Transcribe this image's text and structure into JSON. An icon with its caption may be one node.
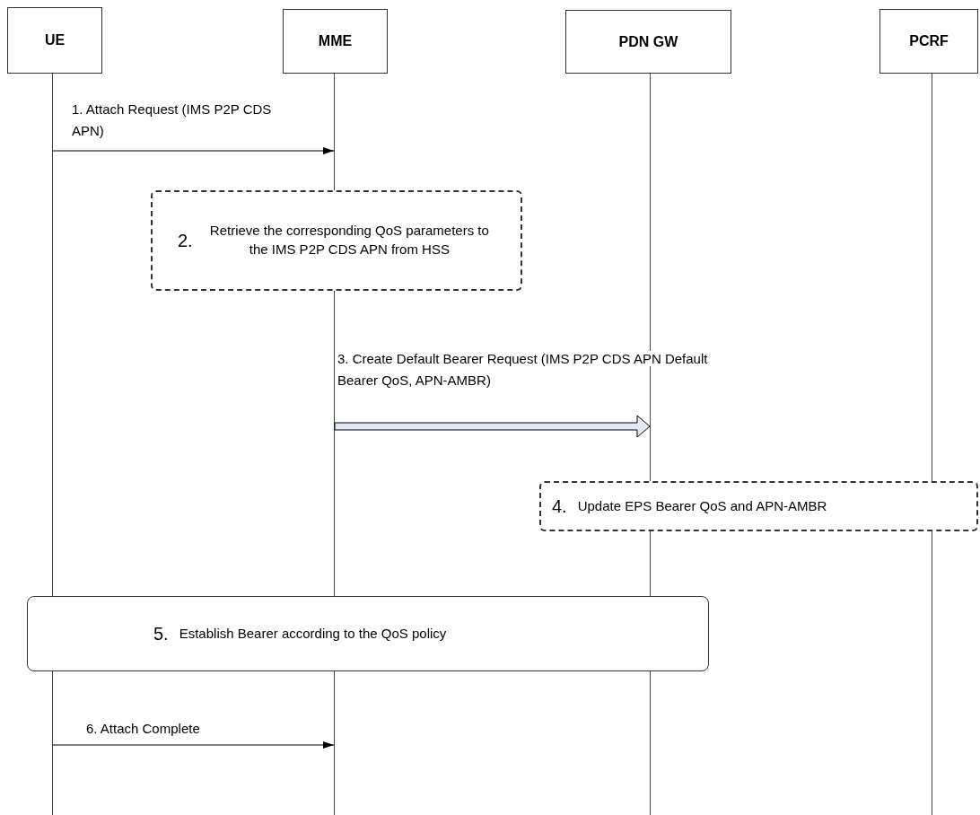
{
  "diagram": {
    "nodes": [
      {
        "text": [
          "UE"
        ]
      },
      {
        "text": [
          "MME"
        ]
      },
      {
        "text": [
          "PDN GW"
        ]
      },
      {
        "text": [
          "PCRF"
        ]
      },
      {
        "text": [],
        "shape": "bar"
      },
      {
        "text": [],
        "shape": "bar"
      },
      {
        "text": [],
        "shape": "bar"
      },
      {
        "text": [],
        "shape": "bar"
      },
      {
        "text": [
          "2.",
          "Retrieve the corresponding QoS parameters to the IMS P2P CDS APN from HSS"
        ]
      },
      {
        "text": [
          "4.",
          "Update EPS Bearer QoS and APN-AMBR"
        ]
      },
      {
        "text": [
          "5.",
          "Establish Bearer according to the QoS policy"
        ]
      }
    ],
    "edges": [
      {
        "from": 4,
        "to": 5,
        "arrow": "to",
        "label": "1. Attach Request (IMS P2P CDS APN)"
      },
      {
        "from": 5,
        "to": 6,
        "arrow": "to",
        "label": "3. Create Default Bearer Request (IMS P2P CDS APN Default Bearer QoS, APN-AMBR)",
        "style": "thick"
      },
      {
        "from": 4,
        "to": 5,
        "arrow": "to",
        "label": "6. Attach Complete"
      }
    ]
  }
}
